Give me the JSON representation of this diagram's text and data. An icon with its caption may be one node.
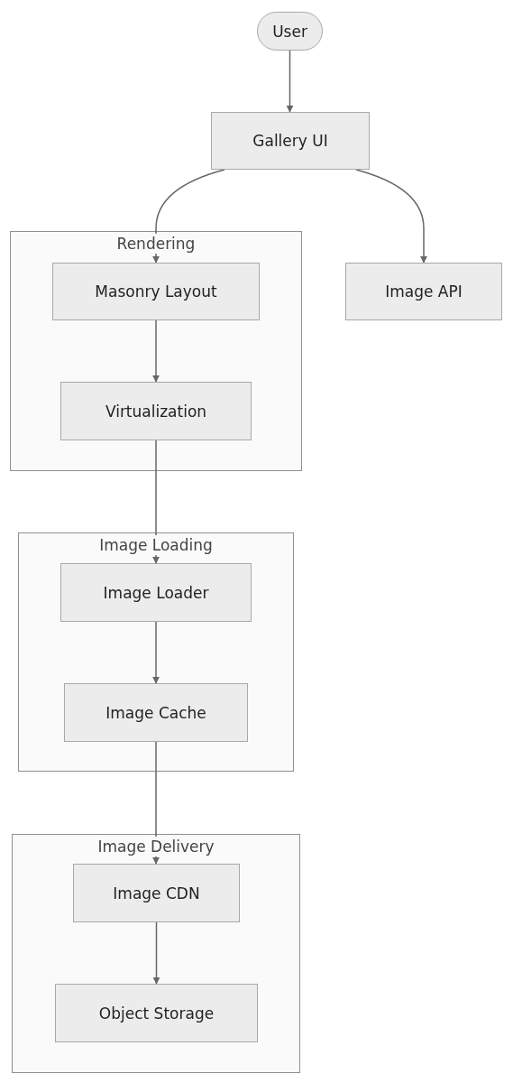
{
  "diagram": {
    "nodes": [
      {
        "text": [
          "User"
        ]
      },
      {
        "text": [
          "Gallery UI"
        ]
      },
      {
        "text": [
          "Rendering"
        ]
      },
      {
        "text": [
          "Masonry Layout"
        ],
        "in": 2
      },
      {
        "text": [
          "Virtualization"
        ],
        "in": 2
      },
      {
        "text": [
          "Image API"
        ]
      },
      {
        "text": [
          "Image Loading"
        ]
      },
      {
        "text": [
          "Image Loader"
        ],
        "in": 6
      },
      {
        "text": [
          "Image Cache"
        ],
        "in": 6
      },
      {
        "text": [
          "Image Delivery"
        ]
      },
      {
        "text": [
          "Image CDN"
        ],
        "in": 9
      },
      {
        "text": [
          "Object Storage"
        ],
        "in": 9
      }
    ],
    "edges": [
      {
        "from": 0,
        "to": 1,
        "arrow": "to"
      },
      {
        "from": 1,
        "to": 3,
        "arrow": "to"
      },
      {
        "from": 1,
        "to": 5,
        "arrow": "to"
      },
      {
        "from": 3,
        "to": 4,
        "arrow": "to"
      },
      {
        "from": 4,
        "to": 7,
        "arrow": "to"
      },
      {
        "from": 7,
        "to": 8,
        "arrow": "to"
      },
      {
        "from": 8,
        "to": 10,
        "arrow": "to"
      },
      {
        "from": 10,
        "to": 11,
        "arrow": "to"
      }
    ]
  }
}
